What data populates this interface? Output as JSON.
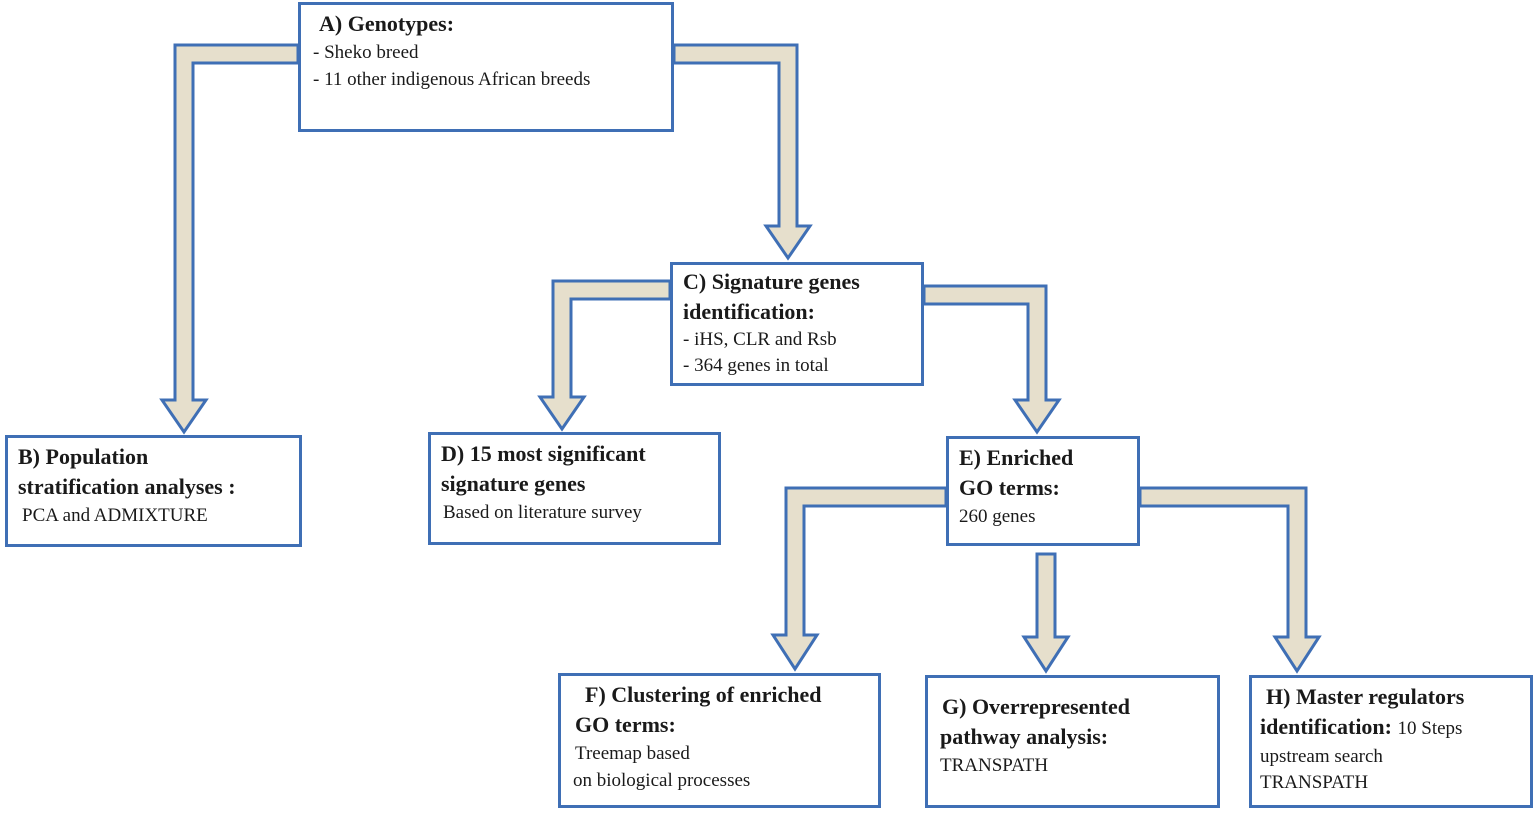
{
  "boxes": {
    "a": {
      "title": "A) Genotypes:",
      "lines": [
        "- Sheko breed",
        "- 11 other indigenous African breeds"
      ]
    },
    "b": {
      "title_1": "B) Population",
      "title_2": "stratification analyses :",
      "lines": [
        "PCA and ADMIXTURE"
      ]
    },
    "c": {
      "title_1": "C) Signature genes",
      "title_2": "identification:",
      "lines": [
        "- iHS, CLR and Rsb",
        "- 364 genes in total"
      ]
    },
    "d": {
      "title_1": "D) 15 most significant",
      "title_2": "signature genes",
      "lines": [
        "Based on literature survey"
      ]
    },
    "e": {
      "title_1": "E) Enriched",
      "title_2": "GO terms:",
      "lines": [
        "260 genes"
      ]
    },
    "f": {
      "title_1": "F) Clustering of enriched",
      "title_2": "GO terms:",
      "lines": [
        "Treemap based",
        "on biological processes"
      ]
    },
    "g": {
      "title_1": "G) Overrepresented",
      "title_2": "pathway analysis:",
      "lines": [
        "TRANSPATH"
      ]
    },
    "h": {
      "title_1": "H) Master regulators",
      "title_2": "identification:",
      "title_2_suffix": "10 Steps",
      "lines": [
        "upstream search",
        "TRANSPATH"
      ]
    }
  },
  "colors": {
    "box_border": "#3f6fb5",
    "arrow_fill": "#e6dfcc",
    "arrow_stroke": "#3f6fb5"
  }
}
